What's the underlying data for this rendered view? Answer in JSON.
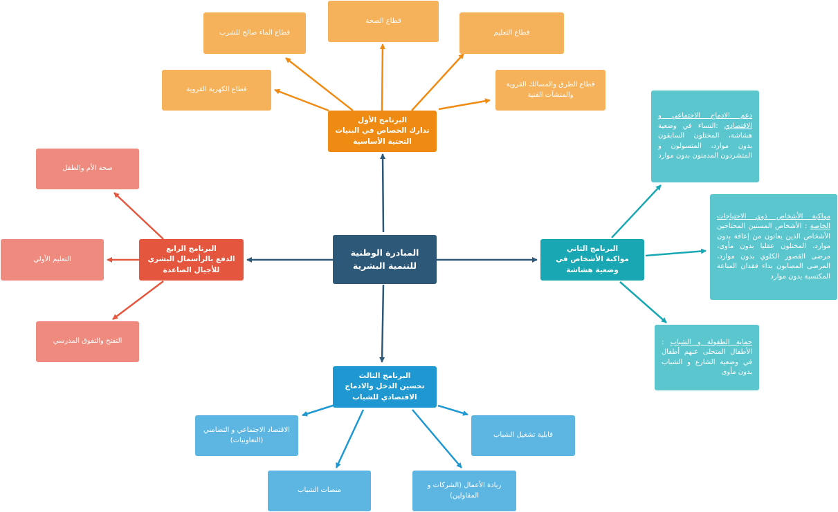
{
  "colors": {
    "center": "#2d5878",
    "orange_main": "#ef8b13",
    "orange_sub": "#f5b25a",
    "red_main": "#e4563d",
    "red_sub": "#ee8a7e",
    "teal_main": "#1aa7b4",
    "teal_sub": "#5cc6cf",
    "blue_main": "#1f98d2",
    "blue_sub": "#5db6e2"
  },
  "center": {
    "title": "المبادرة الوطنية للتنمية البشرية"
  },
  "program1": {
    "title": "البرنامج الأول",
    "subtitle": "تدارك الخصاص في البنيات التحتية الأساسية",
    "items": {
      "water": "قطاع الماء صالح للشرب",
      "health": "قطاع الصحة",
      "education": "قطاع التعليم",
      "electricity": "قطاع الكهربة القروية",
      "roads": "قطاع الطرق والمسالك القروية والمنشآت الفنية"
    }
  },
  "program2": {
    "title": "البرنامج الثاني",
    "subtitle": "مواكبة الأشخاص في وضعية هشاشة",
    "items": {
      "integration_head": "دعم الادماج الاجتماعي و الاقتصادي",
      "integration_text": ":النساء في وضعية هشاشة، المختلون السابقون بدون موارد، المتسولون و المتشردون المدمنون بدون موارد",
      "disabled_head": "مواكبة الأشخاص ذوي الاحتياجات الخاصة",
      "disabled_text": ": الأشخاص المسنين المحتاجين الأشخاص الذين يعانون من إعاقة بدون موارد، المختلون عقليا بدون مأوى، مرضى القصور الكلوي بدون موارد، المرضى المصابون بداء فقدان المناعة المكتسبة بدون موارد",
      "children_head": "حماية الطفولة و الشباب",
      "children_text": ": الأطفال المتخلى عنهم أطفال في وضعية الشارع و الشباب بدون مأوى"
    }
  },
  "program3": {
    "title": "البرنامج الثالث",
    "subtitle": "تحسين الدخل والادماج الاقتصادي للشباب",
    "items": {
      "social_economy": "الاقتصاد الاجتماعي و التضامني (التعاونيات)",
      "employability": "قابلية تشغيل الشباب",
      "platforms": "منصات الشباب",
      "entrepreneurship": "ريادة الأعمال (الشركات و المقاولين)"
    }
  },
  "program4": {
    "title": "البرنامج الرابع",
    "subtitle": "الدفع بالرأسمال البشري للأجيال الصاعدة",
    "items": {
      "maternal": "صحة الأم والطفل",
      "preschool": "التعليم الأولي",
      "school": "التفتح والتفوق المدرسي"
    }
  }
}
